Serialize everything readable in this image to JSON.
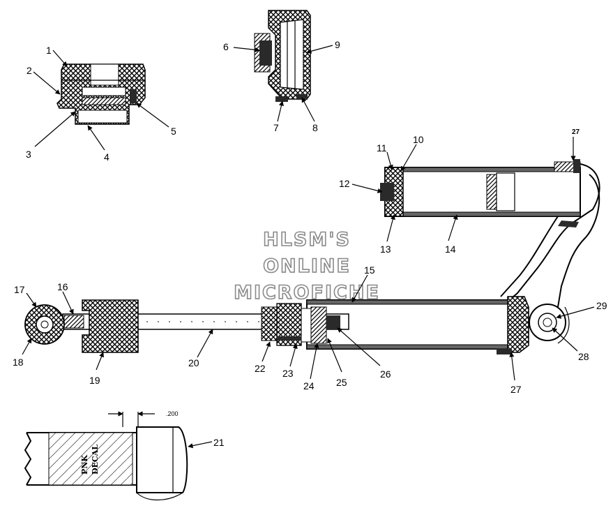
{
  "watermark": {
    "line1": "HLSM'S",
    "line2": "ONLINE",
    "line3": "MICROFICHE"
  },
  "callouts": {
    "c1": "1",
    "c2": "2",
    "c3": "3",
    "c4": "4",
    "c5": "5",
    "c6": "6",
    "c7": "7",
    "c8": "8",
    "c9": "9",
    "c10": "10",
    "c11": "11",
    "c12": "12",
    "c13": "13",
    "c14": "14",
    "c15": "15",
    "c16": "16",
    "c17": "17",
    "c18": "18",
    "c19": "19",
    "c20": "20",
    "c21": "21",
    "c22": "22",
    "c23": "23",
    "c24": "24",
    "c25": "25",
    "c26": "26",
    "c27_top": "27",
    "c27_bottom": "27",
    "c28": "28",
    "c29": "29"
  },
  "dimension_label": ".200",
  "decal_text": {
    "line1": "PNK",
    "line2": "DECAL"
  }
}
